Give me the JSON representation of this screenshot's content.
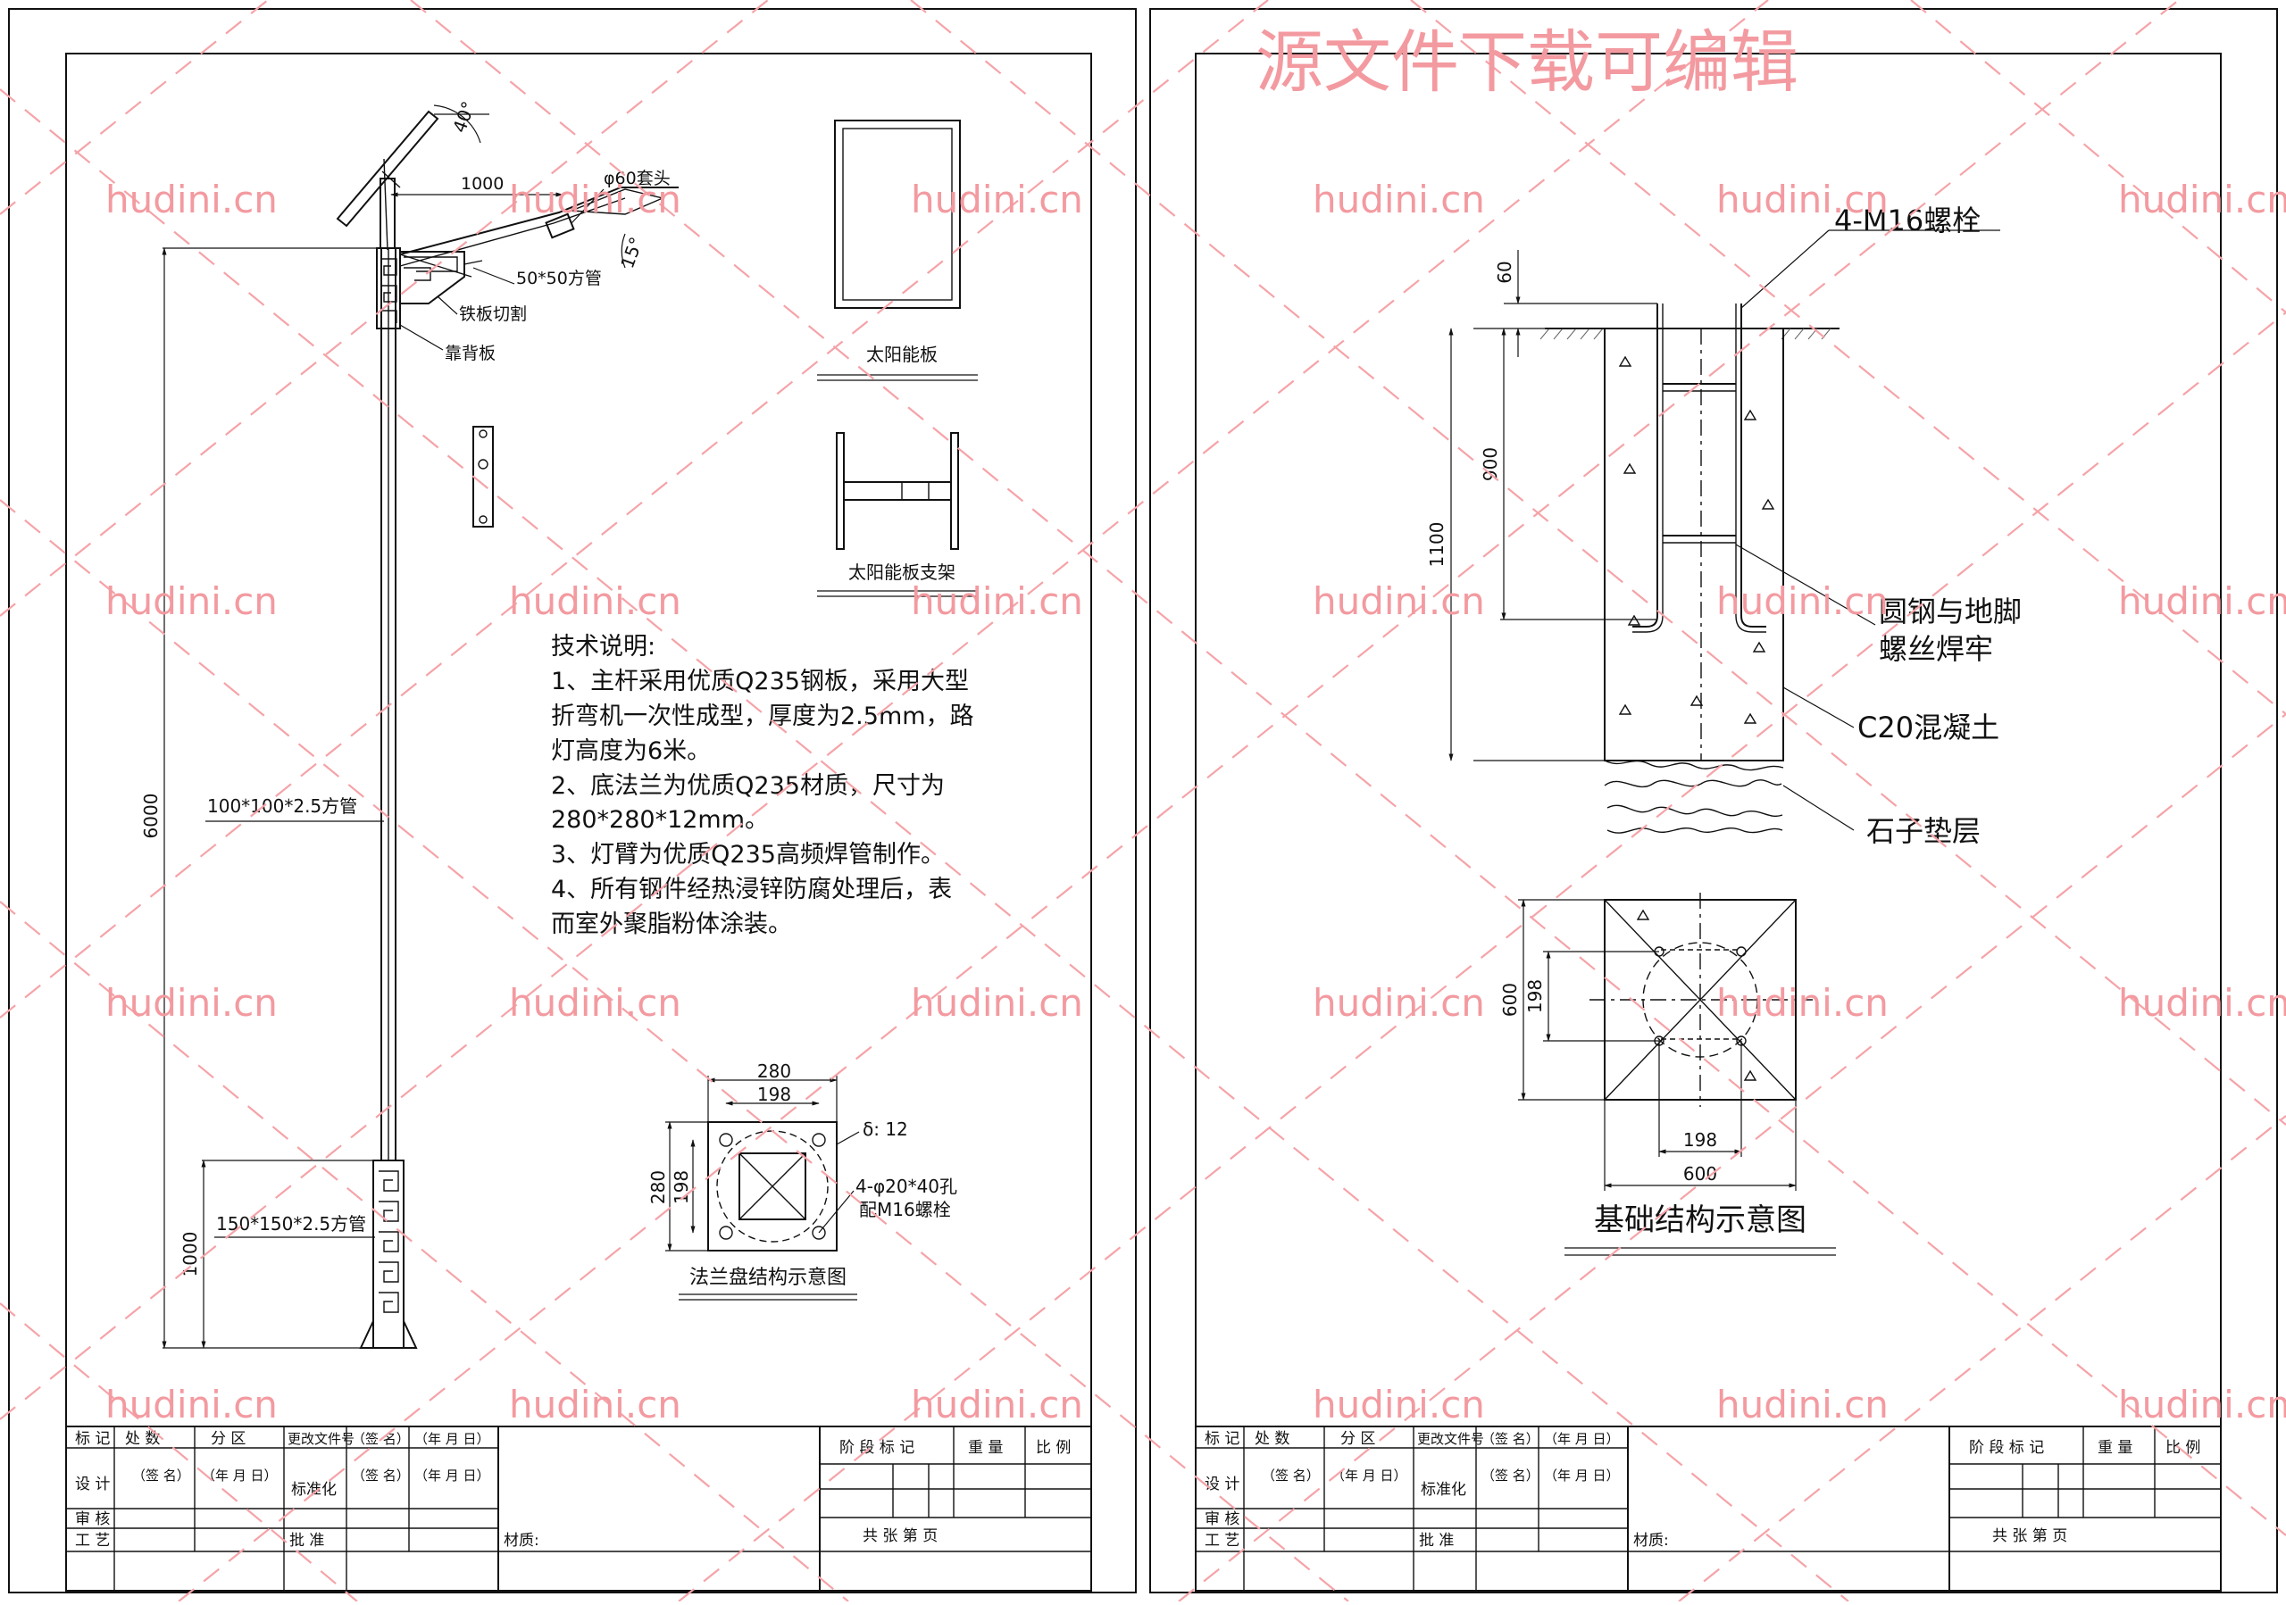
{
  "watermark": {
    "site": "hudini.cn",
    "banner": "源文件下载可编辑"
  },
  "left_sheet": {
    "pole": {
      "angle_panel": "40°",
      "angle_arm": "15°",
      "arm_length": "1000",
      "lamp_cap": "φ60套头",
      "arm_tube": "50*50方管",
      "iron_plate": "铁板切割",
      "back_plate": "靠背板",
      "total_height": "6000",
      "main_tube": "100*100*2.5方管",
      "base_height": "1000",
      "base_tube": "150*150*2.5方管"
    },
    "solar_panel_label": "太阳能板",
    "solar_bracket_label": "太阳能板支架",
    "tech_notes": {
      "title": "技术说明:",
      "lines": [
        "1、主杆采用优质Q235钢板，采用大型",
        "折弯机一次性成型，厚度为2.5mm，路",
        "灯高度为6米。",
        "2、底法兰为优质Q235材质，尺寸为",
        "280*280*12mm。",
        "3、灯臂为优质Q235高频焊管制作。",
        "4、所有钢件经热浸锌防腐处理后，表",
        "而室外聚脂粉体涂装。"
      ]
    },
    "flange": {
      "outer": "280",
      "inner": "198",
      "outer_v": "280",
      "inner_v": "198",
      "thickness": "δ: 12",
      "holes": "4-φ20*40孔",
      "bolts": "配M16螺栓",
      "caption": "法兰盘结构示意图"
    }
  },
  "right_sheet": {
    "bolts": "4-M16螺栓",
    "top_dim": "60",
    "depth_900": "900",
    "depth_1100": "1100",
    "weld_note_1": "圆钢与地脚",
    "weld_note_2": "螺丝焊牢",
    "concrete": "C20混凝土",
    "gravel": "石子垫层",
    "plan_600_v": "600",
    "plan_198_v": "198",
    "plan_198_h": "198",
    "plan_600_h": "600",
    "caption": "基础结构示意图"
  },
  "title_block": {
    "r1": [
      "标 记",
      "处 数",
      "分 区",
      "更改文件号",
      "（签 名）",
      "（年 月 日）"
    ],
    "r2": [
      "设 计",
      "（签 名）",
      "（年 月 日）",
      "标准化",
      "（签 名）",
      "（年 月 日）"
    ],
    "r3": [
      "审 核"
    ],
    "r4": [
      "工 艺",
      "批 准"
    ],
    "stage": "阶 段 标 记",
    "weight": "重 量",
    "scale": "比 例",
    "material": "材质:",
    "sheets": "共    张    第    页"
  }
}
